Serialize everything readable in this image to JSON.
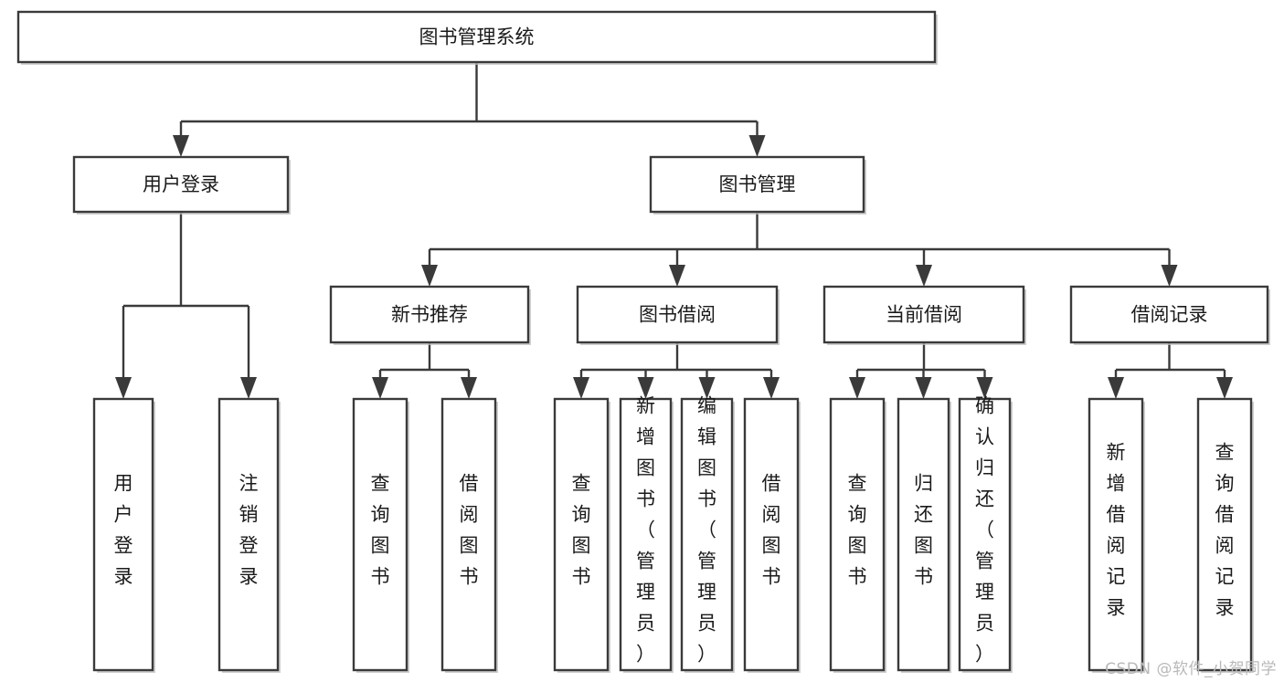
{
  "diagram": {
    "title": "图书管理系统",
    "type": "tree",
    "watermark": "CSDN @软件_小贺同学",
    "nodes": {
      "root": {
        "label": "图书管理系统",
        "level": 1,
        "orientation": "horizontal"
      },
      "l2": [
        {
          "id": "user-login",
          "label": "用户登录",
          "level": 2,
          "orientation": "horizontal"
        },
        {
          "id": "book-manage",
          "label": "图书管理",
          "level": 2,
          "orientation": "horizontal"
        }
      ],
      "l3": [
        {
          "id": "new-book-rec",
          "label": "新书推荐",
          "level": 3,
          "orientation": "horizontal",
          "parent": "book-manage"
        },
        {
          "id": "book-borrow",
          "label": "图书借阅",
          "level": 3,
          "orientation": "horizontal",
          "parent": "book-manage"
        },
        {
          "id": "current-borrow",
          "label": "当前借阅",
          "level": 3,
          "orientation": "horizontal",
          "parent": "book-manage"
        },
        {
          "id": "borrow-record",
          "label": "借阅记录",
          "level": 3,
          "orientation": "horizontal",
          "parent": "book-manage"
        }
      ],
      "leaves": [
        {
          "id": "leaf-user-login",
          "label": "用户登录",
          "parent": "user-login",
          "orientation": "vertical"
        },
        {
          "id": "leaf-logout",
          "label": "注销登录",
          "parent": "user-login",
          "orientation": "vertical"
        },
        {
          "id": "leaf-query-book-1",
          "label": "查询图书",
          "parent": "new-book-rec",
          "orientation": "vertical"
        },
        {
          "id": "leaf-borrow-book-1",
          "label": "借阅图书",
          "parent": "new-book-rec",
          "orientation": "vertical"
        },
        {
          "id": "leaf-query-book-2",
          "label": "查询图书",
          "parent": "book-borrow",
          "orientation": "vertical"
        },
        {
          "id": "leaf-add-book",
          "label": "新增图书（管理员）",
          "parent": "book-borrow",
          "orientation": "vertical"
        },
        {
          "id": "leaf-edit-book",
          "label": "编辑图书（管理员）",
          "parent": "book-borrow",
          "orientation": "vertical"
        },
        {
          "id": "leaf-borrow-book-2",
          "label": "借阅图书",
          "parent": "book-borrow",
          "orientation": "vertical"
        },
        {
          "id": "leaf-query-book-3",
          "label": "查询图书",
          "parent": "current-borrow",
          "orientation": "vertical"
        },
        {
          "id": "leaf-return-book",
          "label": "归还图书",
          "parent": "current-borrow",
          "orientation": "vertical"
        },
        {
          "id": "leaf-confirm-return",
          "label": "确认归还（管理员）",
          "parent": "current-borrow",
          "orientation": "vertical"
        },
        {
          "id": "leaf-add-record",
          "label": "新增借阅记录",
          "parent": "borrow-record",
          "orientation": "vertical"
        },
        {
          "id": "leaf-query-record",
          "label": "查询借阅记录",
          "parent": "borrow-record",
          "orientation": "vertical"
        }
      ]
    },
    "colors": {
      "box_stroke": "#3a3a3a",
      "box_fill": "#ffffff",
      "text": "#1a1a1a",
      "background": "#ffffff",
      "watermark": "#b9b9b9"
    }
  }
}
